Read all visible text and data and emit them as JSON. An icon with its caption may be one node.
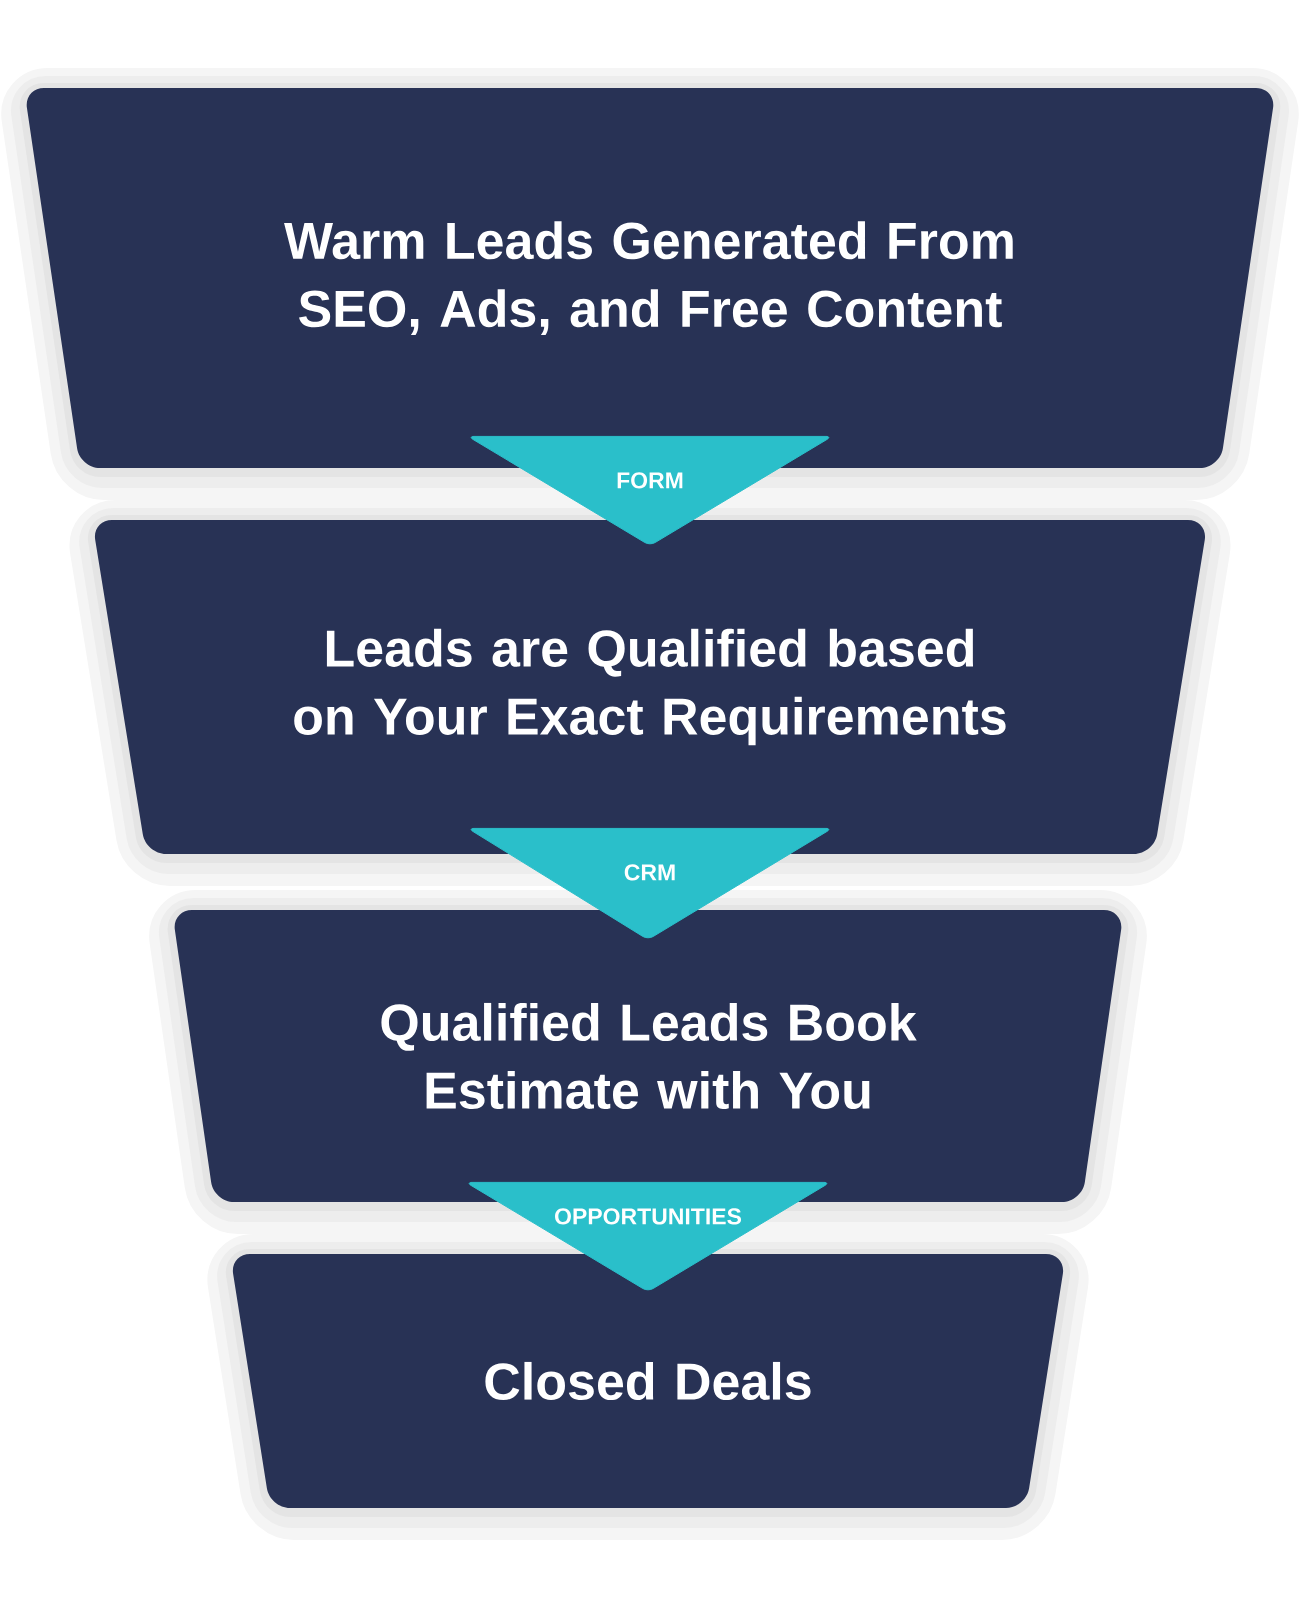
{
  "diagram": {
    "nodes": [
      {
        "text": [
          "Warm Leads Generated From SEO, Ads, and Free Content"
        ]
      },
      {
        "text": [
          "Leads are Qualified based on Your Exact Requirements"
        ]
      },
      {
        "text": [
          "Qualified Leads Book Estimate with You"
        ]
      },
      {
        "text": [
          "Closed Deals"
        ]
      }
    ],
    "edges": [
      {
        "from": 0,
        "to": 1,
        "arrow": "to",
        "label": "FORM"
      },
      {
        "from": 1,
        "to": 2,
        "arrow": "to",
        "label": "CRM"
      },
      {
        "from": 2,
        "to": 3,
        "arrow": "to",
        "label": "OPPORTUNITIES"
      }
    ]
  }
}
